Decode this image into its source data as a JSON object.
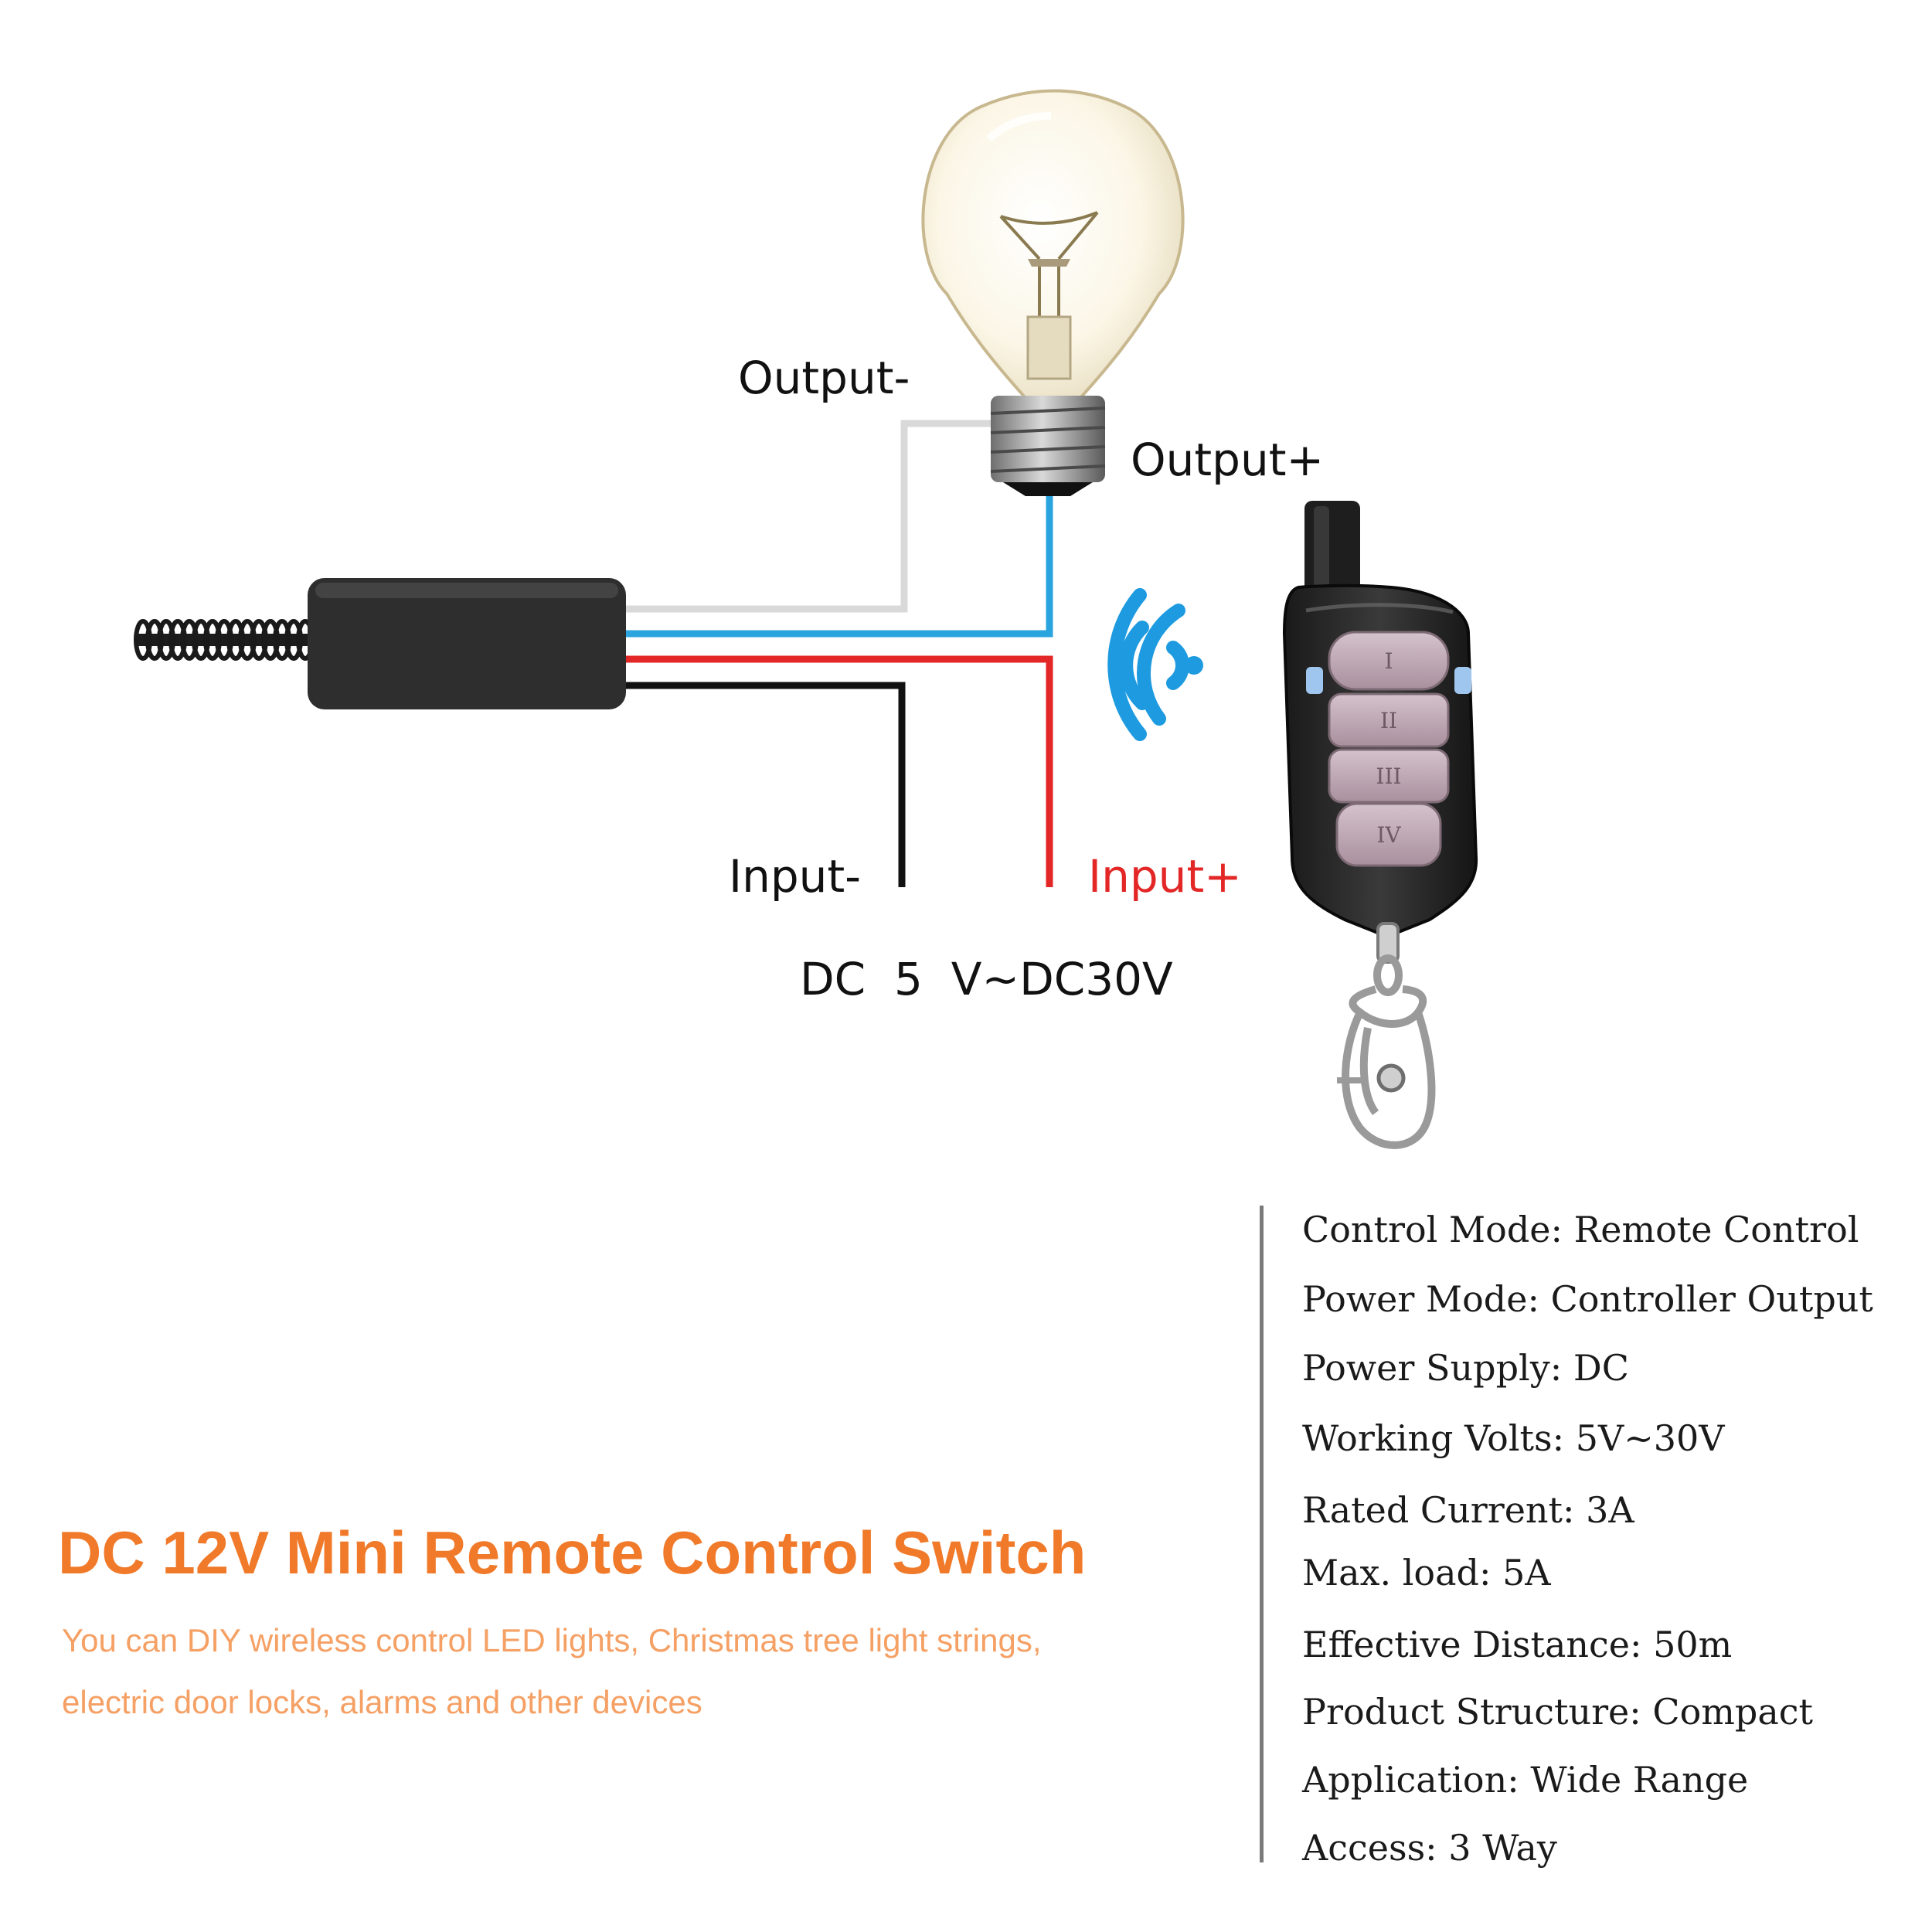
{
  "colors": {
    "accent_orange": "#F07A2A",
    "subtitle_orange": "#F5A064",
    "wire_white": "#D9D9D9",
    "wire_blue": "#2AA4DE",
    "wire_red": "#E32626",
    "wire_black": "#111111",
    "signal_blue": "#1E9BE0",
    "module_black": "#2E2E2E",
    "remote_button_pink": "#BFA8B4"
  },
  "diagram": {
    "output_minus": "Output-",
    "output_plus": "Output+",
    "input_minus": "Input-",
    "input_plus": "Input+",
    "voltage_range": "DC  5  V~DC30V",
    "remote_buttons": [
      "I",
      "II",
      "III",
      "IV"
    ],
    "icons": [
      "light-bulb-icon",
      "wireless-signal-icon",
      "remote-keyfob-icon",
      "receiver-module-icon",
      "antenna-coil-icon",
      "keyring-clip-icon"
    ]
  },
  "product": {
    "title": "DC 12V Mini Remote Control Switch",
    "subtitle_lines": [
      "You can DIY wireless control LED lights, Christmas tree light strings,",
      "electric door locks, alarms and other devices"
    ]
  },
  "specs": [
    "Control Mode: Remote Control",
    "Power Mode: Controller Output",
    "Power Supply: DC",
    "Working Volts: 5V~30V",
    "Rated Current: 3A",
    "Max. load: 5A",
    "Effective Distance: 50m",
    "Product Structure: Compact",
    "Application: Wide Range",
    "Access: 3 Way"
  ]
}
